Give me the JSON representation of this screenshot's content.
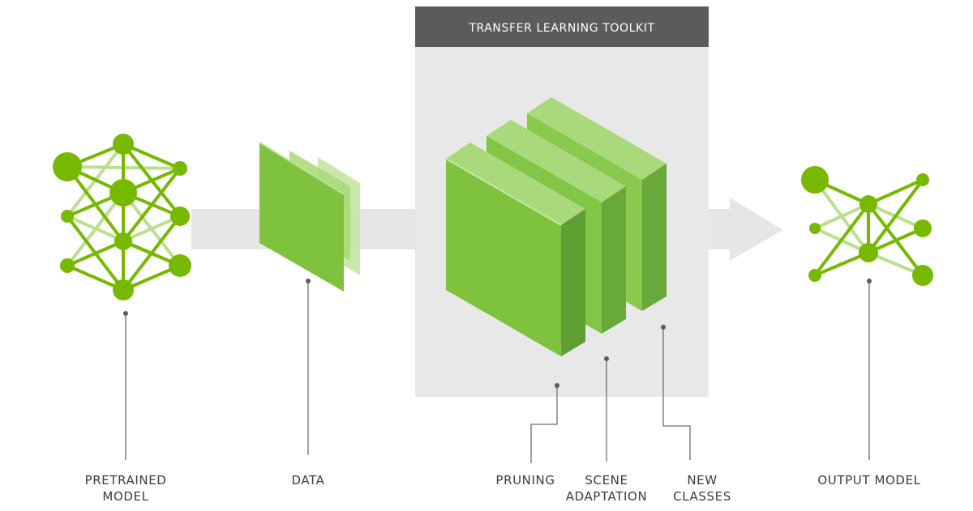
{
  "toolkit": {
    "title": "TRANSFER LEARNING TOOLKIT"
  },
  "labels": {
    "pretrained": [
      "PRETRAINED",
      "MODEL"
    ],
    "data": "DATA",
    "pruning": "PRUNING",
    "scene": [
      "SCENE",
      "ADAPTATION"
    ],
    "new_classes": [
      "NEW",
      "CLASSES"
    ],
    "output": "OUTPUT MODEL"
  },
  "colors": {
    "green": "#76b900",
    "green_light": "#9ed65c",
    "arrow_gray": "#e6e6e6",
    "panel_gray": "#e8e8e8",
    "header_gray": "#5b5b5b",
    "line_gray": "#6e6e6e",
    "text": "#3c3c3c"
  },
  "icons": {
    "pretrained": "neural-network-icon",
    "data": "data-layers-icon",
    "toolkit": "stacked-blocks-icon",
    "output": "pruned-network-icon"
  }
}
